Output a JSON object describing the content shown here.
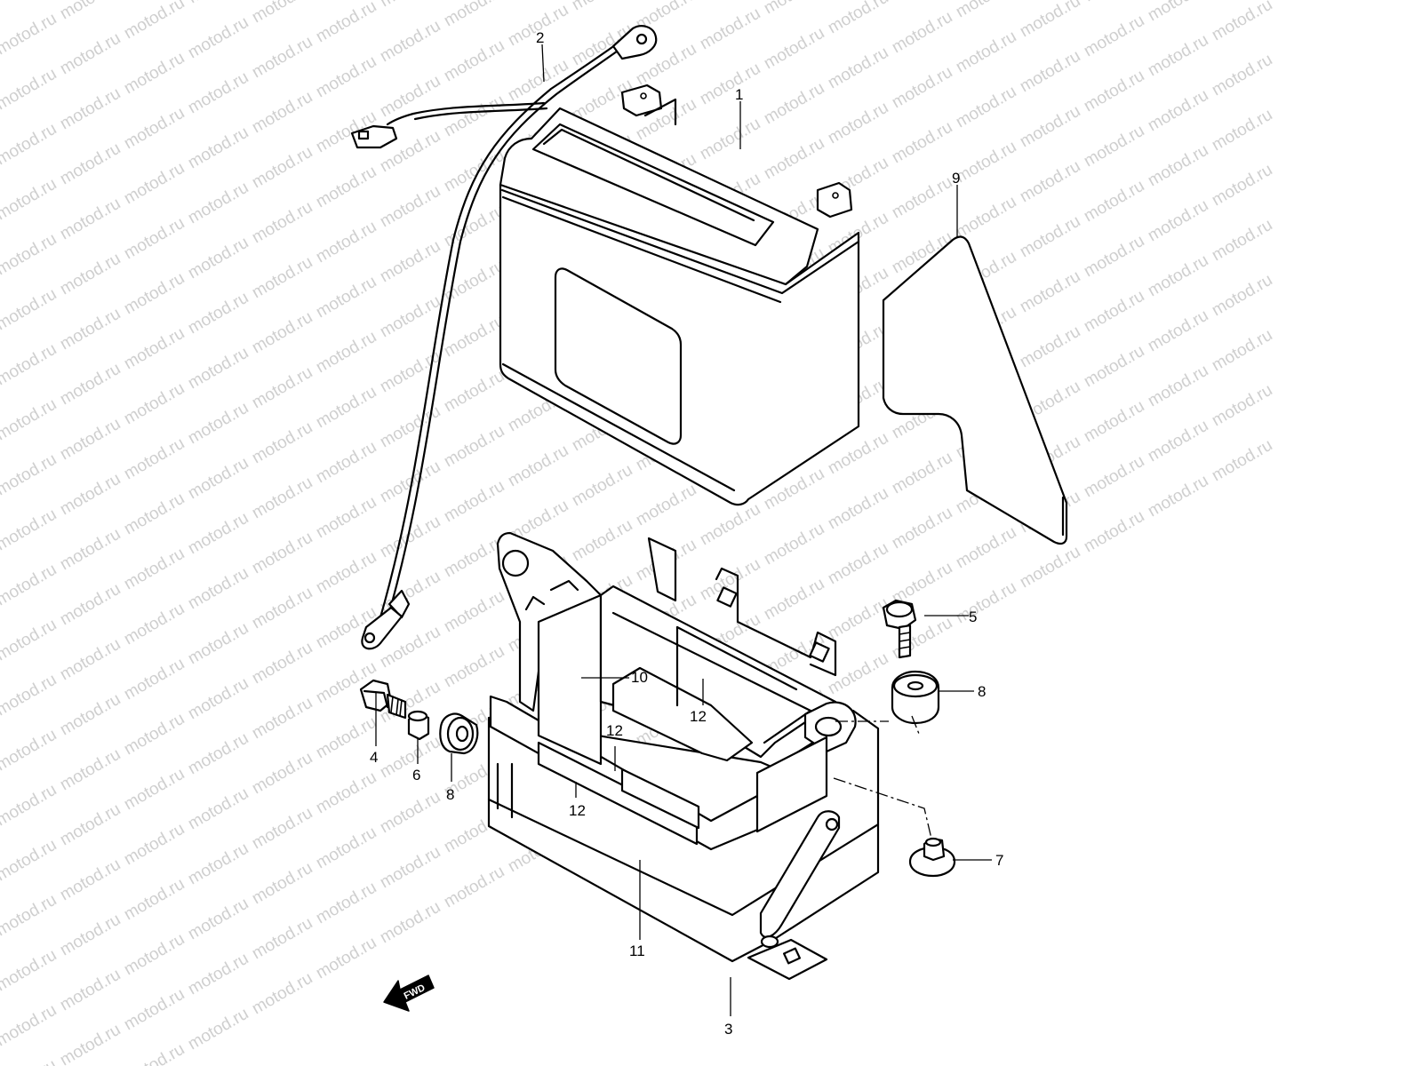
{
  "watermark": {
    "text": "motod.ru"
  },
  "fwd_label": "FWD",
  "callouts": {
    "c1": "1",
    "c2": "2",
    "c3": "3",
    "c4": "4",
    "c5": "5",
    "c6": "6",
    "c7": "7",
    "c8a": "8",
    "c8b": "8",
    "c9": "9",
    "c10": "10",
    "c11": "11",
    "c12a": "12",
    "c12b": "12",
    "c12c": "12"
  }
}
